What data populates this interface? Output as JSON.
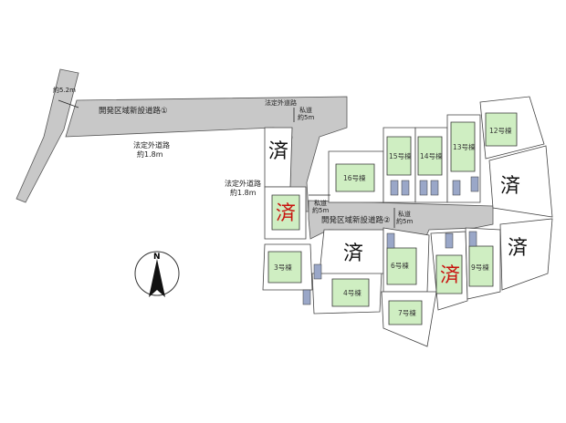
{
  "roads": {
    "dev_road_1": "開発区域新設道路①",
    "dev_road_2": "開発区域新設道路②",
    "width_5_2": "約5.2m",
    "outside_road_1_title": "法定外道路",
    "outside_road_1_width": "約1.8m",
    "outside_road_2_title": "法定外道路",
    "outside_road_2_width": "約1.8m",
    "outside_road_3_title": "法定外道路",
    "private_road_1_title": "私道",
    "private_road_1_width": "約5m",
    "private_road_2_title": "私道",
    "private_road_2_width": "約5m",
    "private_road_3_title": "私道",
    "private_road_3_width": "約5m"
  },
  "sold_marks": {
    "default": "済",
    "red": "済"
  },
  "lots": [
    {
      "id": "3",
      "label": "3号棟"
    },
    {
      "id": "4",
      "label": "4号棟"
    },
    {
      "id": "6",
      "label": "6号棟"
    },
    {
      "id": "7",
      "label": "7号棟"
    },
    {
      "id": "9",
      "label": "9号棟"
    },
    {
      "id": "12",
      "label": "12号棟"
    },
    {
      "id": "13",
      "label": "13号棟"
    },
    {
      "id": "14",
      "label": "14号棟"
    },
    {
      "id": "15",
      "label": "15号棟"
    },
    {
      "id": "16",
      "label": "16号棟"
    }
  ],
  "compass": {
    "north": "N"
  },
  "colors": {
    "road": "#c8c8c8",
    "building": "#cfeec2",
    "building_outline": "#333333",
    "lot_outline": "#444444",
    "sold_red": "#c8120e",
    "car": "#9aa7c8"
  }
}
